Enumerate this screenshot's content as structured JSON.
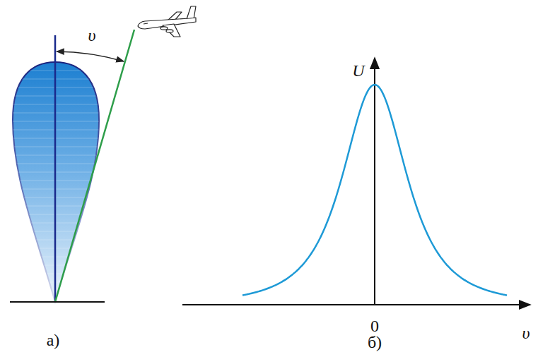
{
  "diagram": {
    "labels": [
      "υ",
      "U",
      "0",
      "υ",
      "а)",
      "б)"
    ]
  }
}
